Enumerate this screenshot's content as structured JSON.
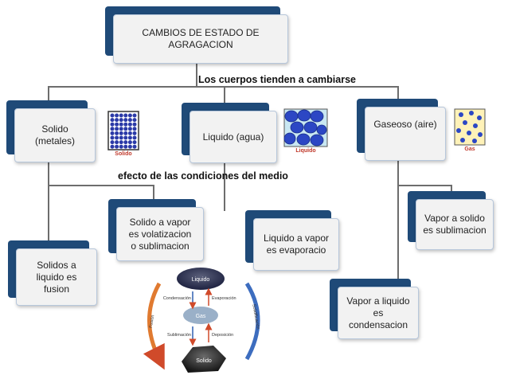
{
  "root": {
    "text": "CAMBIOS DE ESTADO DE\nAGRAGACION"
  },
  "subtitle": "Los cuerpos tienden a cambiarse",
  "mid_label": "efecto de las condiciones del medio",
  "states": {
    "solido": {
      "text": "Solido\n(metales)",
      "icon_label": "Solido"
    },
    "liquido": {
      "text": "Liquido (agua)",
      "icon_label": "Liquido"
    },
    "gaseoso": {
      "text": "Gaseoso (aire)",
      "icon_label": "Gas"
    }
  },
  "transitions": {
    "fusion": "Solidos a\nliquido es\nfusion",
    "volatizacion": "Solido a vapor\nes volatizacion\no sublimacion",
    "evaporacion": "Liquido a vapor\nes evaporacio",
    "condensacion": "Vapor a liquido\nes\ncondensacion",
    "sublimacion": "Vapor a solido\nes sublimacion"
  },
  "cycle": {
    "liquido": "Liquido",
    "gas": "Gas",
    "solido": "Solido",
    "condensacion": "Condensación",
    "evaporacion": "Evaporación",
    "sublimacion": "Sublimación",
    "deposicion": "Deposición",
    "fusion": "Fusión",
    "solidificacion": "Solidificación"
  }
}
